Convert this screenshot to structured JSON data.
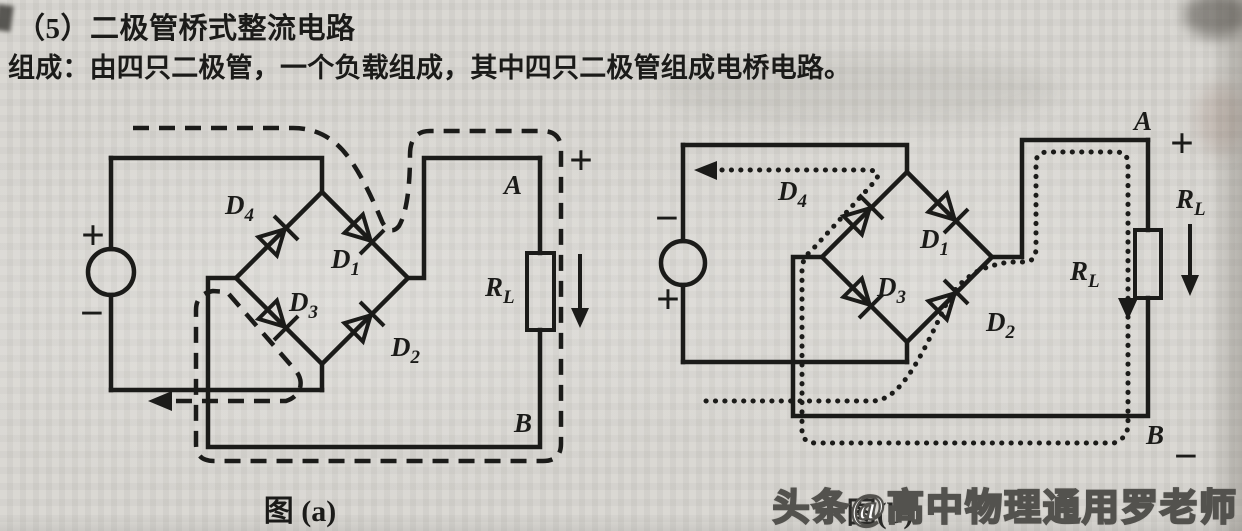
{
  "header": {
    "title_line": "（5）二极管桥式整流电路",
    "description_line": "组成：由四只二极管，一个负载组成，其中四只二极管组成电桥电路。"
  },
  "figure_a": {
    "caption": "图 (a)",
    "node_a": "A",
    "node_b": "B",
    "source_plus": "+",
    "source_minus": "−",
    "output_plus": "+",
    "load": {
      "base": "R",
      "sub": "L"
    },
    "diodes": {
      "d4": {
        "base": "D",
        "sub": "4"
      },
      "d1": {
        "base": "D",
        "sub": "1"
      },
      "d3": {
        "base": "D",
        "sub": "3"
      },
      "d2": {
        "base": "D",
        "sub": "2"
      }
    }
  },
  "figure_b": {
    "caption": "图(b)",
    "node_a": "A",
    "node_b": "B",
    "source_plus": "+",
    "source_minus": "−",
    "output_plus": "+",
    "output_minus": "−",
    "load_inner": {
      "base": "R",
      "sub": "L"
    },
    "load_outer": {
      "base": "R",
      "sub": "L"
    },
    "diodes": {
      "d4": {
        "base": "D",
        "sub": "4"
      },
      "d1": {
        "base": "D",
        "sub": "1"
      },
      "d3": {
        "base": "D",
        "sub": "3"
      },
      "d2": {
        "base": "D",
        "sub": "2"
      }
    }
  },
  "watermark": {
    "text": "头条@高中物理通用罗老师"
  },
  "colors": {
    "paper": "#d6d4cf",
    "ink": "#1b1b19"
  }
}
